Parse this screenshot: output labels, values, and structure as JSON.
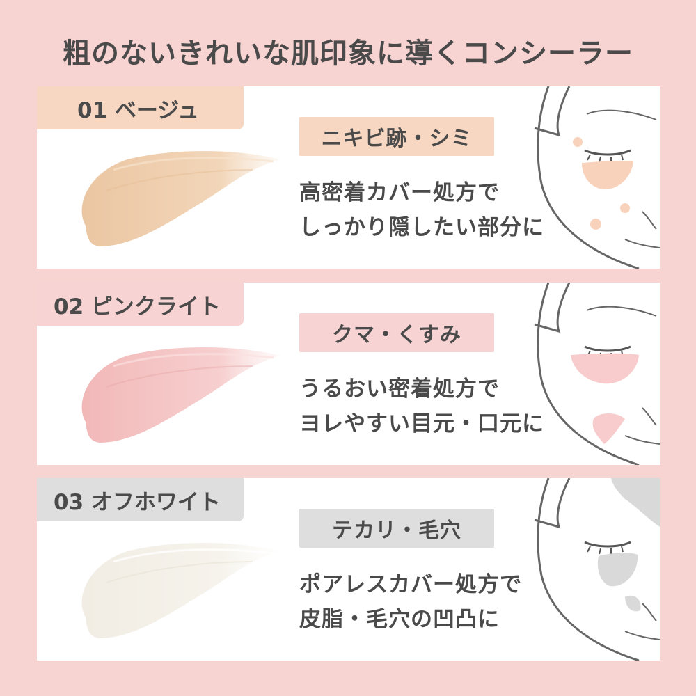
{
  "page": {
    "title": "粗のないきれいな肌印象に導くコンシーラー"
  },
  "shades": [
    {
      "label": "01 ベージュ",
      "concern": "ニキビ跡・シミ",
      "description": [
        "高密着カバー処方で",
        "しっかり隠したい部分に"
      ],
      "swatch_color": "#efcfae",
      "tag_color": "#f7d7c2",
      "mark_color": "#f9d2bc"
    },
    {
      "label": "02 ピンクライト",
      "concern": "クマ・くすみ",
      "description": [
        "うるおい密着処方で",
        "ヨレやすい目元・口元に"
      ],
      "swatch_color": "#f5c5c5",
      "tag_color": "#f8d3d3",
      "mark_color": "#f8cccc"
    },
    {
      "label": "03 オフホワイト",
      "concern": "テカリ・毛穴",
      "description": [
        "ポアレスカバー処方で",
        "皮脂・毛穴の凹凸に"
      ],
      "swatch_color": "#f6f3ec",
      "tag_color": "#dedede",
      "mark_color": "#d9d9d9"
    }
  ],
  "icons": {
    "face": "face-illustration-icon",
    "swatch": "concealer-swatch-icon"
  }
}
